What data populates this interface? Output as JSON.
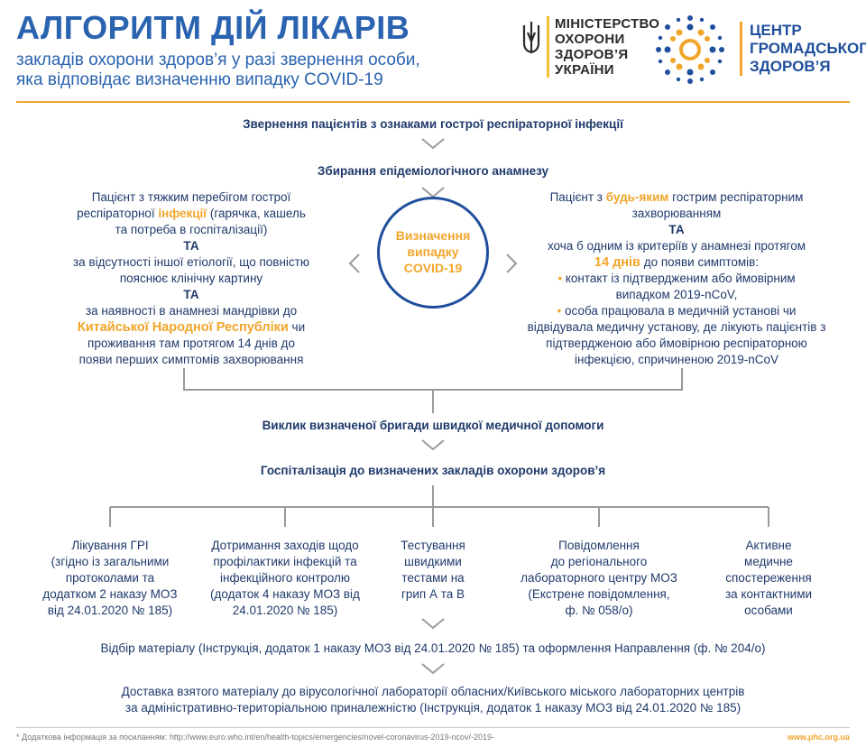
{
  "header": {
    "title": "АЛГОРИТМ ДІЙ ЛІКАРІВ",
    "subtitle_1": "закладів охорони здоров’я у разі звернення особи,",
    "subtitle_2": "яка відповідає визначенню випадку COVID-19",
    "moz_lines": [
      "МІНІСТЕРСТВО",
      "ОХОРОНИ",
      "ЗДОРОВ’Я",
      "УКРАЇНИ"
    ],
    "phc_lines": [
      "ЦЕНТР",
      "ГРОМАДСЬКОГО",
      "ЗДОРОВ’Я"
    ]
  },
  "flow": {
    "step1": "Звернення пацієнтів з ознаками гострої респіраторної інфекції",
    "step2": "Збирання епідеміологічного анамнезу",
    "center": [
      "Визначення",
      "випадку",
      "COVID-19"
    ],
    "left": {
      "l1": "Пацієнт з тяжким перебігом гострої",
      "l2a": "респіраторної ",
      "l2b": "інфекції",
      "l2c": " (гарячка, кашель",
      "l3": "та потреба в госпіталізації)",
      "ta1": "ТА",
      "l4": "за відсутності іншої етіології, що повністю",
      "l5": "пояснює клінічну картину",
      "ta2": "ТА",
      "l6": "за наявності в анамнезі мандрівки до",
      "l7a": "Китайської Народної Республіки",
      "l7b": " чи",
      "l8": "проживання там протягом 14 днів до",
      "l9": "появи перших симптомів захворювання"
    },
    "right": {
      "r1a": "Пацієнт з ",
      "r1b": "будь-яким",
      "r1c": " гострим респіраторним",
      "r2": "захворюванням",
      "ta": "ТА",
      "r3": "хоча б одним із критеріїв у анамнезі протягом",
      "r4a": "14 днів",
      "r4b": " до появи симптомів:",
      "bullet": "•",
      "r5": " контакт із підтвердженим або ймовірним",
      "r6": "випадком 2019-nCoV,",
      "r7": " особа працювала в медичній установі чи",
      "r8": "відвідувала медичну установу, де лікують пацієнтів з",
      "r9": "підтвердженою або ймовірною респіраторною",
      "r10": "інфекцією, спричиненою 2019-nCoV"
    },
    "step3": "Виклик визначеної бригади швидкої медичної допомоги",
    "step4": "Госпіталізація до визначених закладів охорони здоров’я",
    "columns": [
      [
        "Лікування ГРІ",
        "(згідно із загальними",
        "протоколами та",
        "додатком 2 наказу МОЗ",
        "від 24.01.2020 № 185)"
      ],
      [
        "Дотримання заходів щодо",
        "профілактики інфекцій та",
        "інфекційного контролю",
        "(додаток 4 наказу МОЗ від",
        "24.01.2020 № 185)"
      ],
      [
        "Тестування",
        "швидкими",
        "тестами на",
        "грип А та В"
      ],
      [
        "Повідомлення",
        "до регіонального",
        "лабораторного центру МОЗ",
        "(Екстрене повідомлення,",
        "ф. № 058/о)"
      ],
      [
        "Активне",
        "медичне",
        "спостереження",
        "за контактними",
        "особами"
      ]
    ],
    "step5": "Відбір матеріалу (Інструкція, додаток 1 наказу МОЗ від 24.01.2020 № 185) та оформлення Направлення (ф. № 204/о)",
    "step6_1": "Доставка взятого матеріалу до вірусологічної лабораторії обласних/Київського міського лабораторних центрів",
    "step6_2": "за адміністративно-територіальною приналежністю (Інструкція, додаток 1 наказу МОЗ від 24.01.2020 № 185)"
  },
  "footer": {
    "note": "* Додаткова інформація за посиланням: http://www.euro.who.int/en/health-topics/emergencies/novel-coronavirus-2019-ncov/-2019-",
    "website": "www.phc.org.ua"
  },
  "colors": {
    "navy": "#1f3a6b",
    "orange": "#f2a52b",
    "blue": "#2a63b0",
    "line": "#9a9a9a"
  }
}
